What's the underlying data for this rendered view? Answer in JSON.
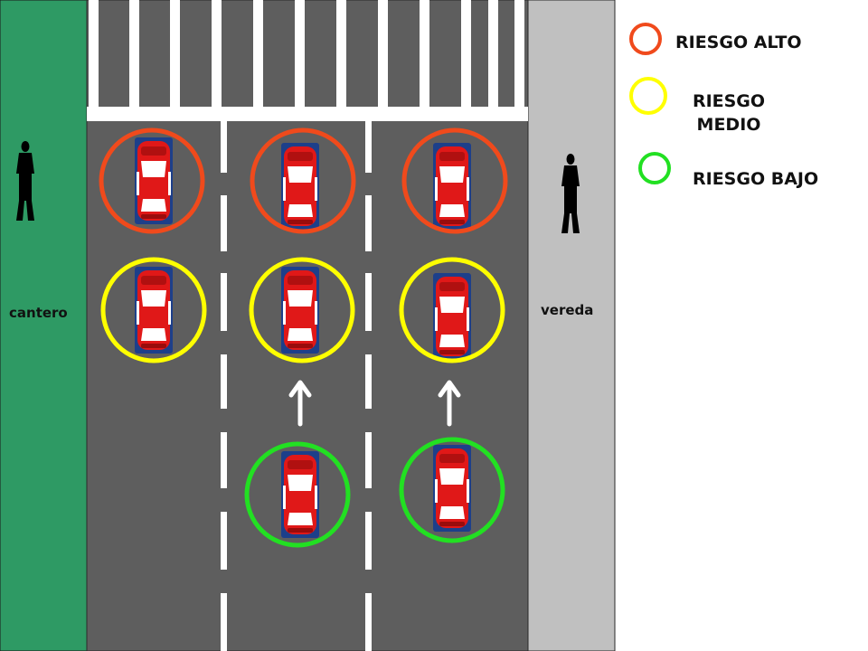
{
  "labels": {
    "cantero": "cantero",
    "vereda": "vereda"
  },
  "legend": [
    {
      "label": "RIESGO ALTO",
      "color": "#f04a1c"
    },
    {
      "label": "RIESGO MEDIO",
      "color": "#ffff00"
    },
    {
      "label": "RIESGO BAJO",
      "color": "#22e022"
    }
  ],
  "colors": {
    "cantero": "#2e9a64",
    "vereda": "#c0c0c0",
    "road": "#5e5e5e",
    "car": "#e01818",
    "marking": "#ffffff"
  },
  "cars": [
    {
      "lane": 1,
      "row": 1,
      "risk": "alto"
    },
    {
      "lane": 2,
      "row": 1,
      "risk": "alto"
    },
    {
      "lane": 3,
      "row": 1,
      "risk": "alto"
    },
    {
      "lane": 1,
      "row": 2,
      "risk": "medio"
    },
    {
      "lane": 2,
      "row": 2,
      "risk": "medio"
    },
    {
      "lane": 3,
      "row": 2,
      "risk": "medio"
    },
    {
      "lane": 2,
      "row": 3,
      "risk": "bajo"
    },
    {
      "lane": 3,
      "row": 3,
      "risk": "bajo"
    }
  ],
  "icons": [
    "pedestrian-icon",
    "direction-arrow-icon",
    "car-icon"
  ]
}
